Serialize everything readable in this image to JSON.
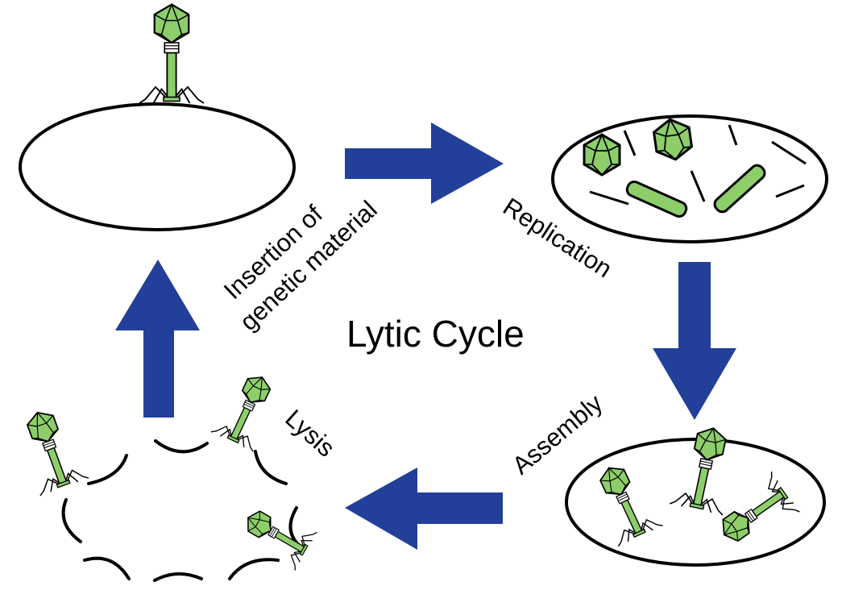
{
  "diagram": {
    "title": "Lytic Cycle",
    "stages": [
      {
        "id": "insertion",
        "label_lines": [
          "Insertion of",
          "genetic material"
        ]
      },
      {
        "id": "replication",
        "label": "Replication"
      },
      {
        "id": "assembly",
        "label": "Assembly"
      },
      {
        "id": "lysis",
        "label": "Lysis"
      }
    ],
    "colors": {
      "arrow": "#22409a",
      "phage_fill": "#8dce6b",
      "outline": "#000000",
      "background": "#ffffff"
    },
    "icons": [
      "bacteriophage-icon",
      "capsid-icon",
      "dna-rod-icon",
      "arrow-right",
      "arrow-down",
      "arrow-left",
      "arrow-up"
    ]
  }
}
